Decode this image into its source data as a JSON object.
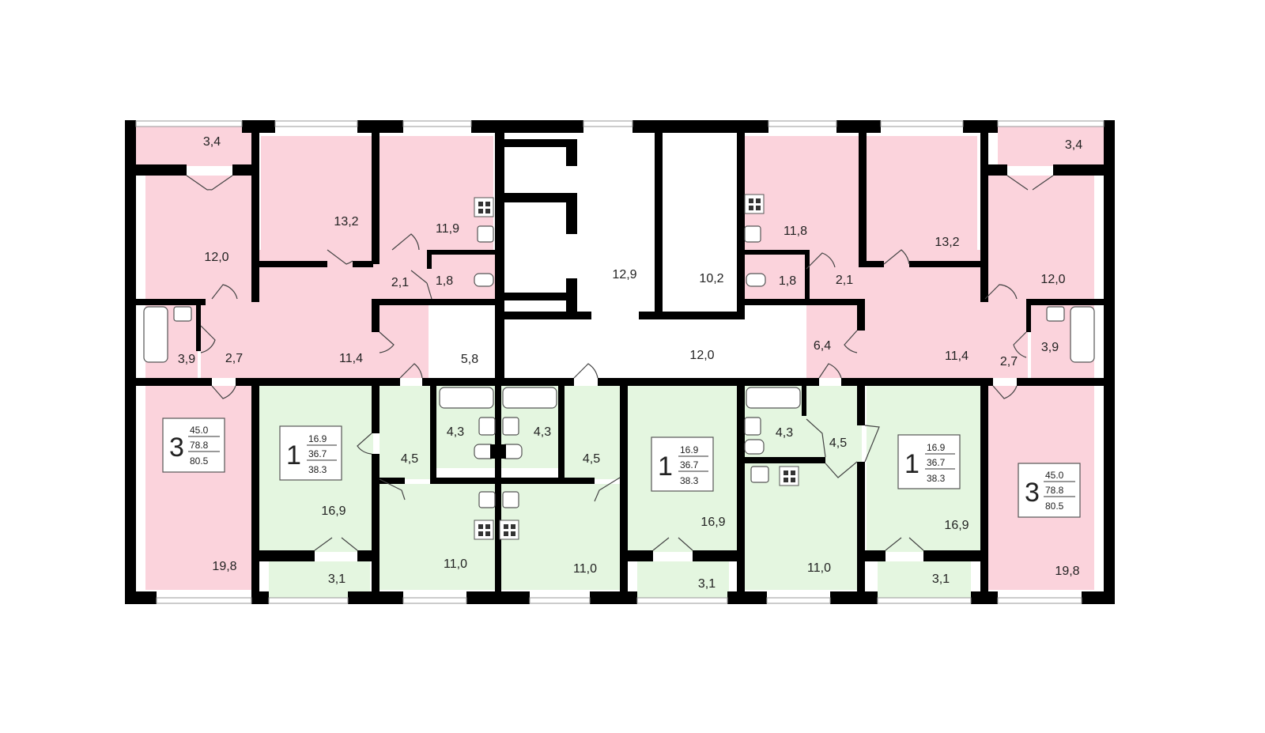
{
  "colors": {
    "three_room": "#fbd3dc",
    "one_room": "#e4f6e0",
    "common": "#ffffff",
    "walls": "#000000"
  },
  "icons": [
    "door-swing-icon",
    "stove-icon",
    "sink-icon",
    "toilet-icon",
    "bathtub-icon"
  ],
  "rooms": {
    "lw_balcony": "3,4",
    "lw_room1": "12,0",
    "lw_room2": "13,2",
    "lw_kitchen": "11,9",
    "lw_hall_small": "2,1",
    "lw_wc": "1,8",
    "lw_bath": "3,9",
    "lw_hall2": "2,7",
    "lw_hall": "11,4",
    "lw_room3": "19,8",
    "corridor_left": "5,8",
    "stair": "12,9",
    "lift": "10,2",
    "corridor_center": "12,0",
    "corridor_right": "6,4",
    "re_balcony": "3,4",
    "re_room1": "12,0",
    "re_room2": "13,2",
    "re_kitchen": "11,8",
    "re_hall_small": "2,1",
    "re_wc": "1,8",
    "re_bath": "3,9",
    "re_hall2": "2,7",
    "re_hall": "11,4",
    "re_room3": "19,8",
    "a1_room": "16,9",
    "a1_balcony": "3,1",
    "a1_hall": "4,5",
    "a1_bath": "4,3",
    "a1_kitchen": "11,0",
    "a2_bath": "4,3",
    "a2_hall": "4,5",
    "a2_kitchen": "11,0",
    "a2_room": "16,9",
    "a2_balcony": "3,1",
    "a3_bath": "4,3",
    "a3_hall": "4,5",
    "a3_kitchen": "11,0",
    "a4_room": "16,9",
    "a4_balcony": "3,1"
  },
  "badges": {
    "left_3": {
      "rooms": "3",
      "living": "45.0",
      "total": "78.8",
      "total_balcony": "80.5"
    },
    "a1": {
      "rooms": "1",
      "living": "16.9",
      "total": "36.7",
      "total_balcony": "38.3"
    },
    "a2": {
      "rooms": "1",
      "living": "16.9",
      "total": "36.7",
      "total_balcony": "38.3"
    },
    "a4": {
      "rooms": "1",
      "living": "16.9",
      "total": "36.7",
      "total_balcony": "38.3"
    },
    "right_3": {
      "rooms": "3",
      "living": "45.0",
      "total": "78.8",
      "total_balcony": "80.5"
    }
  }
}
